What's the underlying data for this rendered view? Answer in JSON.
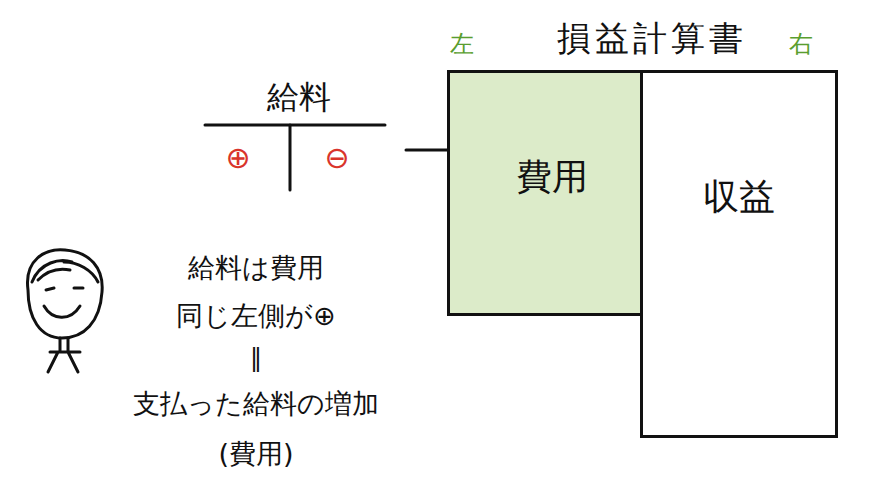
{
  "diagram": {
    "title": "損益計算書",
    "nodes": [
      {
        "text": [
          "給料"
        ]
      },
      {
        "text": [
          "費用"
        ]
      },
      {
        "text": [
          "収益"
        ]
      }
    ],
    "edges": [
      {
        "from": 0,
        "to": 1,
        "arrow": "none"
      }
    ],
    "labels": [
      "左",
      "右",
      "⊕",
      "⊖",
      "給料は費用",
      "同じ左側が⊕",
      "‖",
      "支払った給料の増加",
      "(費用)"
    ]
  }
}
